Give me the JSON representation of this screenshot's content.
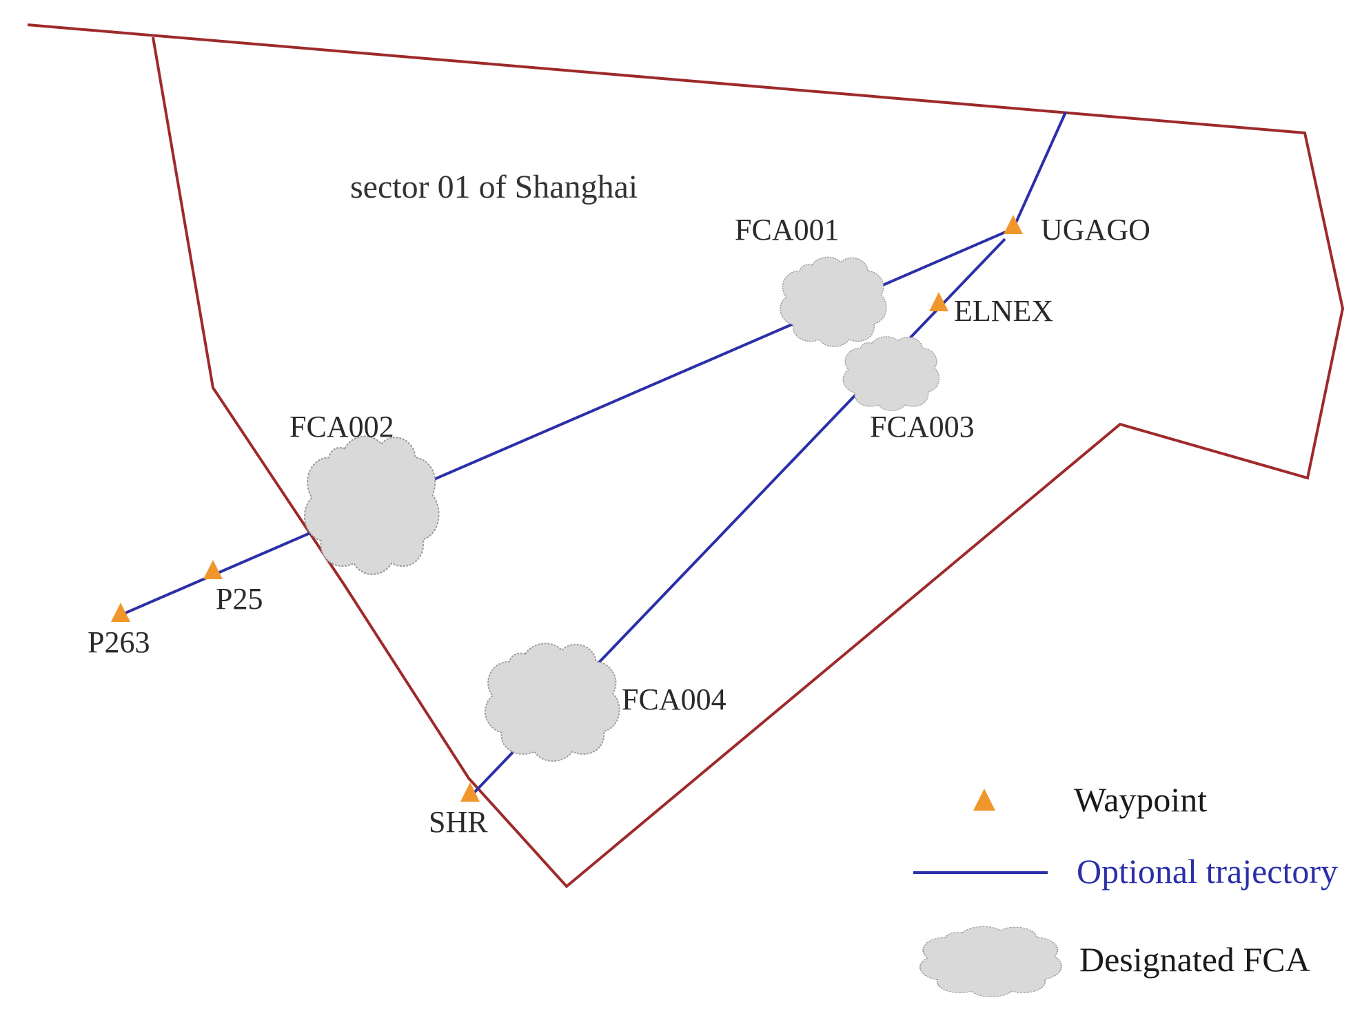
{
  "colors": {
    "boundary": "#9e2a2b",
    "trajectory": "#2b2fa8",
    "waypoint": "#f0962a",
    "cloud_fill": "#d9d9d9",
    "cloud_stroke": "#9a9a9a"
  },
  "sector_label": "sector 01 of Shanghai",
  "waypoints": [
    {
      "id": "UGAGO",
      "label": "UGAGO"
    },
    {
      "id": "ELNEX",
      "label": "ELNEX"
    },
    {
      "id": "P25",
      "label": "P25"
    },
    {
      "id": "P263",
      "label": "P263"
    },
    {
      "id": "SHR",
      "label": "SHR"
    }
  ],
  "fcas": [
    {
      "id": "FCA001",
      "label": "FCA001"
    },
    {
      "id": "FCA002",
      "label": "FCA002"
    },
    {
      "id": "FCA003",
      "label": "FCA003"
    },
    {
      "id": "FCA004",
      "label": "FCA004"
    }
  ],
  "legend": {
    "waypoint": "Waypoint",
    "trajectory": "Optional trajectory",
    "fca": "Designated FCA"
  }
}
